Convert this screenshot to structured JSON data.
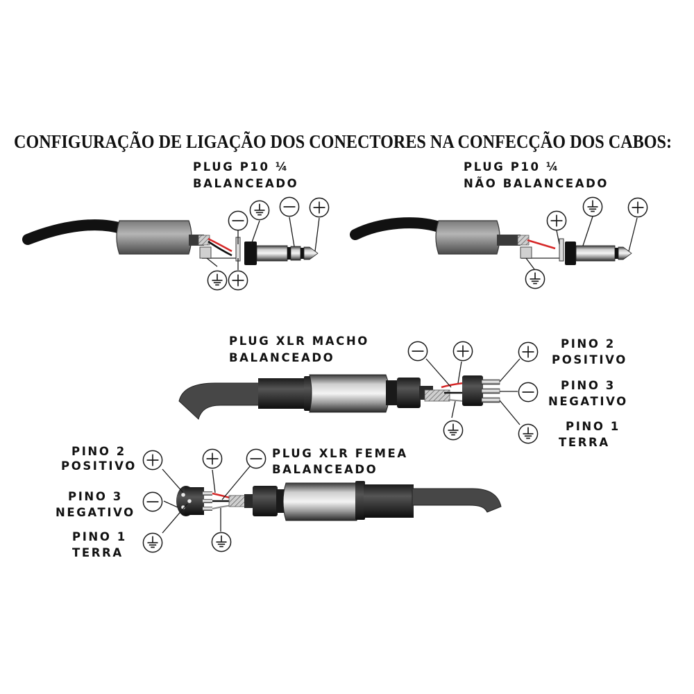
{
  "title": "CONFIGURAÇÃO DE LIGAÇÃO DOS CONECTORES NA CONFECÇÃO DOS CABOS:",
  "p10_balanced": {
    "line1": "PLUG P10 ¼",
    "line2": "BALANCEADO"
  },
  "p10_unbalanced": {
    "line1": "PLUG P10 ¼",
    "line2": "NÃO BALANCEADO"
  },
  "xlr_male": {
    "line1": "PLUG XLR MACHO",
    "line2": "BALANCEADO",
    "pin2": {
      "name": "PINO 2",
      "role": "POSITIVO"
    },
    "pin3": {
      "name": "PINO 3",
      "role": "NEGATIVO"
    },
    "pin1": {
      "name": "PINO 1",
      "role": "TERRA"
    }
  },
  "xlr_female": {
    "line1": "PLUG XLR FEMEA",
    "line2": "BALANCEADO",
    "pin2": {
      "name": "PINO 2",
      "role": "POSITIVO"
    },
    "pin3": {
      "name": "PINO 3",
      "role": "NEGATIVO"
    },
    "pin1": {
      "name": "PINO 1",
      "role": "TERRA"
    }
  },
  "colors": {
    "wire_positive": "#d62828",
    "wire_negative": "#111111",
    "shield": "#9a9a9a",
    "ink": "#111111"
  },
  "icons": [
    "plus-symbol",
    "minus-symbol",
    "ground-symbol"
  ]
}
